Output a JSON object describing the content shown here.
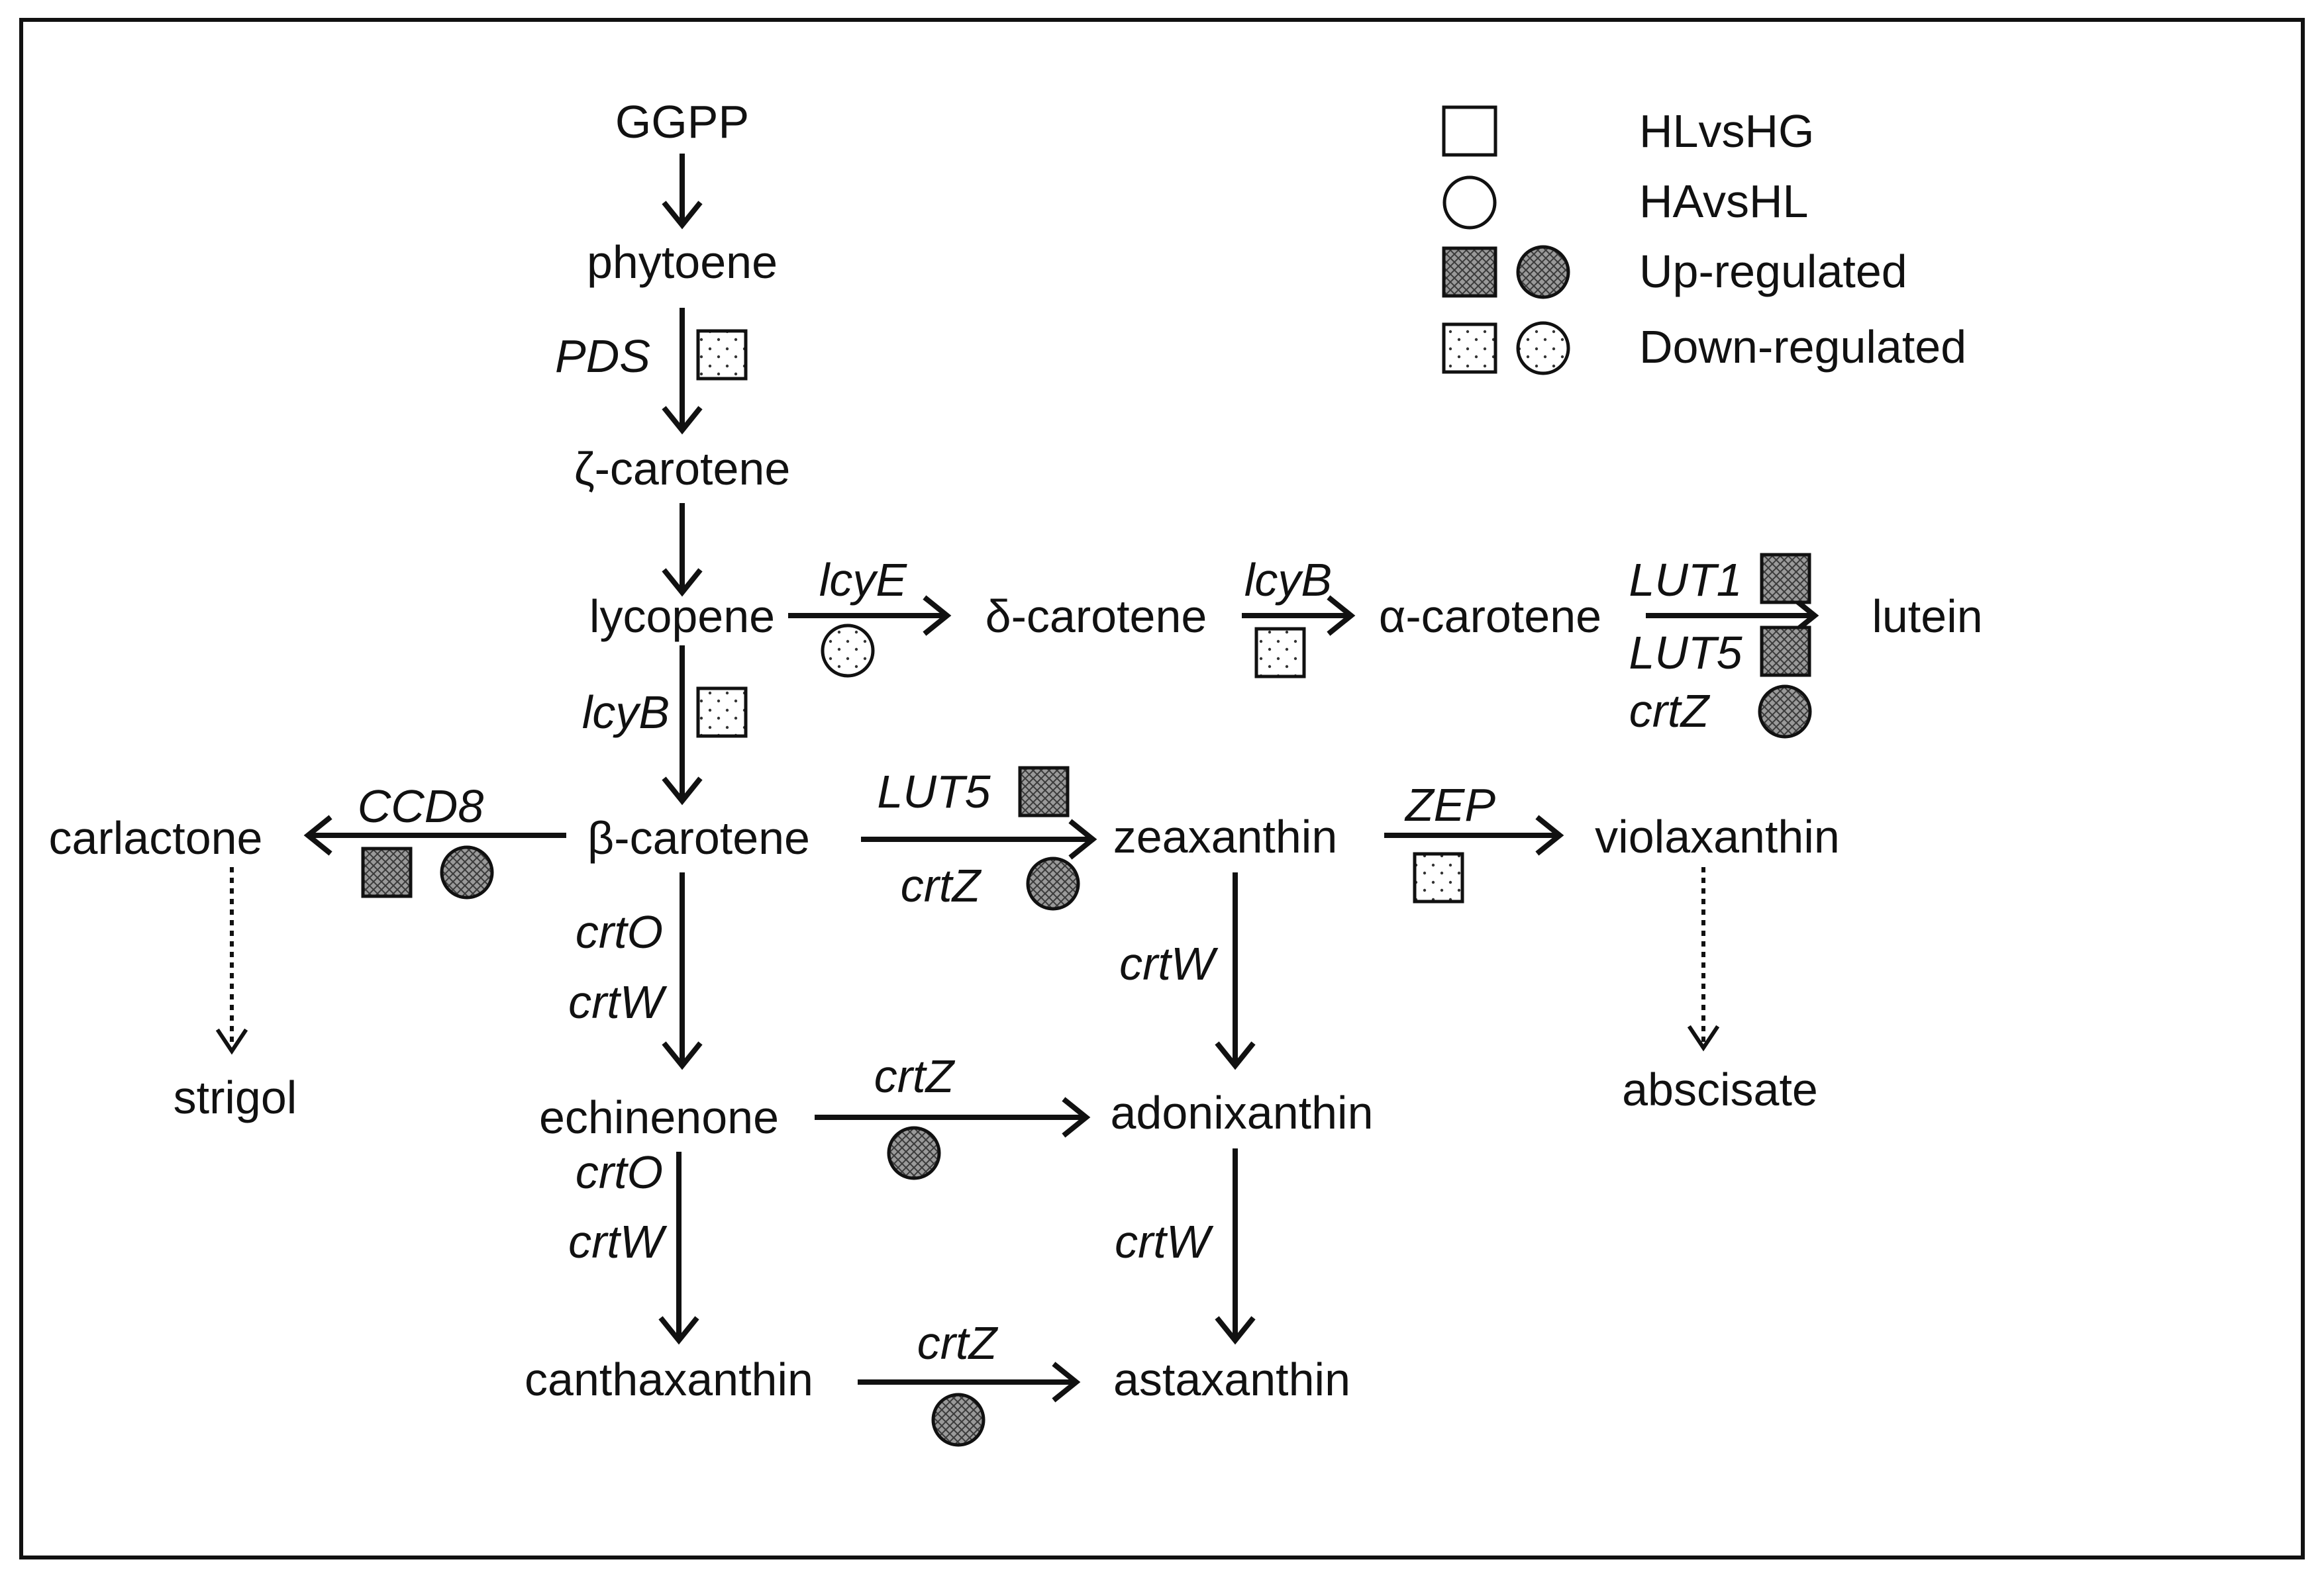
{
  "compounds": {
    "ggpp": "GGPP",
    "phytoene": "phytoene",
    "zeta_carotene": "ζ-carotene",
    "lycopene": "lycopene",
    "delta_carotene": "δ-carotene",
    "alpha_carotene": "α-carotene",
    "lutein": "lutein",
    "beta_carotene": "β-carotene",
    "carlactone": "carlactone",
    "strigol": "strigol",
    "zeaxanthin": "zeaxanthin",
    "violaxanthin": "violaxanthin",
    "abscisate": "abscisate",
    "echinenone": "echinenone",
    "adonixanthin": "adonixanthin",
    "canthaxanthin": "canthaxanthin",
    "astaxanthin": "astaxanthin"
  },
  "enzymes": {
    "pds": "PDS",
    "lcye": "lcyE",
    "lcyb_delta": "lcyB",
    "lut1": "LUT1",
    "lut5_lutein": "LUT5",
    "crtz_lutein": "crtZ",
    "lcyb_beta": "lcyB",
    "ccd8": "CCD8",
    "lut5_zea": "LUT5",
    "crtz_zea": "crtZ",
    "zep": "ZEP",
    "crto_echi": "crtO",
    "crtw_echi": "crtW",
    "crtw_adoni": "crtW",
    "crtz_adoni": "crtZ",
    "crto_cantha": "crtO",
    "crtw_cantha": "crtW",
    "crtw_asta": "crtW",
    "crtz_asta": "crtZ"
  },
  "legend": {
    "hlvshg": "HLvsHG",
    "havshl": "HAvsHL",
    "up": "Up-regulated",
    "down": "Down-regulated"
  },
  "colors": {
    "up_fill": "#9a9a9a",
    "down_fill": "#ffffff",
    "stroke": "#111111"
  }
}
